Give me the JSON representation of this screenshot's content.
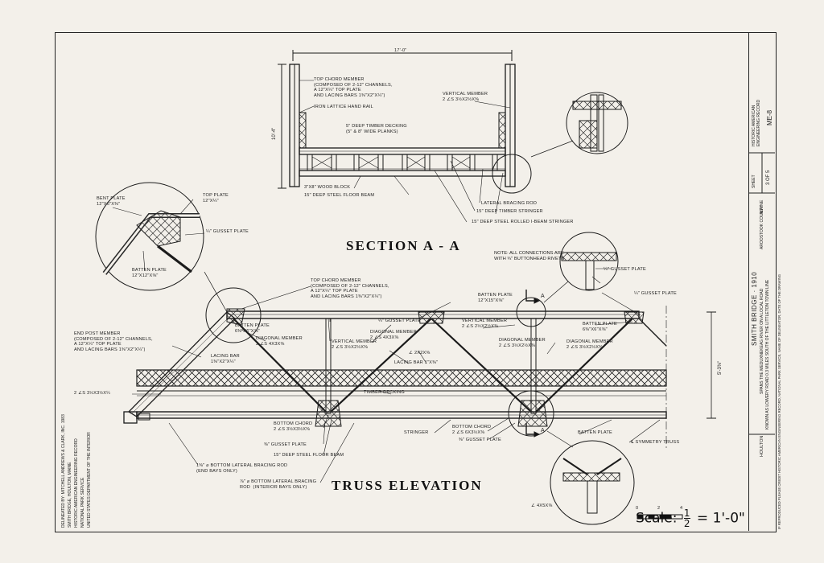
{
  "section_aa": {
    "title": "SECTION A - A",
    "dim_width": "17'-0\"",
    "dim_height": "10'-4\"",
    "top_chord_note": "TOP CHORD MEMBER\n(COMPOSED OF 2-12\" CHANNELS,\nA 12\"x¼\" TOP PLATE\nAND LACING BARS 1⅜\"x2\"x¼\")",
    "hand_rail": "IRON LATTICE HAND RAIL",
    "decking": "5\" DEEP TIMBER DECKING\n(5\" & 8\" WIDE PLANKS)",
    "vertical_member": "VERTICAL MEMBER\n2 ∠S 3½x2½x⅜",
    "wood_block": "3\"x8\" WOOD BLOCK",
    "floor_beam": "15\" DEEP STEEL FLOOR BEAM",
    "lateral_rod": "LATERAL BRACING ROD",
    "timber_stringer": "15\" DEEP TIMBER STRINGER",
    "ibeam_stringer": "15\" DEEP STEEL ROLLED I-BEAM STRINGER"
  },
  "truss": {
    "title": "TRUSS ELEVATION",
    "connections_note": "NOTE: ALL CONNECTIONS ARE\nWITH ¾\" BUTTONHEAD RIVETS",
    "top_chord_note": "TOP CHORD MEMBER\n(COMPOSED OF 2-12\" CHANNELS,\nA 12\"x¼\" TOP PLATE\nAND LACING BARS 1⅜\"x2\"x¼\")",
    "end_post_note": "END POST MEMBER\n(COMPOSED OF 2-12\" CHANNELS,\nA 12\"x¼\" TOP PLATE\nAND LACING BARS 1⅜\"x2\"x¼\")",
    "lacing_bar_end": "LACING BAR\n1⅜\"x2\"x¼\"",
    "angle_label": "2 ∠S 3½x3½x¼",
    "batten_plate_1": "BATTEN PLATE\n6⅜\"x6\"x⅜\"",
    "batten_plate_top": "BATTEN PLATE\n12\"x15\"x⅜\"",
    "batten_plate_right": "BATTEN PLATE\n6⅜\"x6\"x⅜\"",
    "gusset_plate_q": "¼\" GUSSET PLATE",
    "gusset_plate_right": "¼\" GUSSET PLATE",
    "diag_member_1": "DIAGONAL MEMBER\n2 ∠S 4x3x⅜",
    "diag_member_2": "DIAGONAL MEMBER\n2 ∠S 4x3x⅜",
    "diag_member_3": "DIAGONAL MEMBER\n2 ∠S 3½x2½x⅜",
    "diag_member_4": "DIAGONAL MEMBER\n2 ∠S 3½x2½x⅜",
    "vert_member_1": "VERTICAL MEMBER\n2 ∠S 3½x2½x⅜",
    "vert_member_2": "VERTICAL MEMBER\n2 ∠S 2½x2½x⅜",
    "lacing_bar_mid": "LACING BAR 1\"x⅜\"",
    "small_angle": "∠ 2x2x⅜",
    "timber_decking": "TIMBER DECKING",
    "bottom_chord_1": "BOTTOM CHORD\n2 ∠S 3½x3½x⅜",
    "bottom_chord_2": "BOTTOM CHORD\n2 ∠S 6x3½x⅜",
    "gusset_bottom_1": "⅜\" GUSSET PLATE",
    "gusset_bottom_2": "⅜\" GUSSET PLATE",
    "floor_beam": "15\" DEEP STEEL FLOOR BEAM",
    "stringer": "STRINGER",
    "batten_plate_bottom": "BATTEN PLATE",
    "symmetry": "℄ SYMMETRY TRUSS",
    "lateral_rod_end": "1⅜\" ⌀ BOTTOM LATERAL BRACING ROD\n(END BAYS ONLY)",
    "lateral_rod_interior": "⅞\" ⌀ BOTTOM LATERAL BRACING\nROD  (INTERIOR BAYS ONLY)",
    "height_dim": "5'-3⅜\"",
    "section_marker": "A",
    "detail_angle": "∠ 4x5x⅜"
  },
  "details": {
    "bent_plate": "BENT PLATE\n12\"x6\"x⅜\"",
    "top_plate": "TOP PLATE\n12\"x¼\"",
    "gusset": "¼\" GUSSET PLATE",
    "batten_plate": "BATTEN PLATE\n12\"x12\"x⅜\"",
    "gusset_right": "¼\" GUSSET PLATE"
  },
  "scale": {
    "label": "Scale:",
    "num": "1",
    "den": "2",
    "equals": "= 1'-0\"",
    "ticks": [
      "0",
      "2",
      "4"
    ]
  },
  "title_block": {
    "bridge_name": "SMITH BRIDGE · 1910",
    "line1": "SPANS THE MEDUXNEKEAG RIVER ON A LOCAL ROAD",
    "line2": "KNOWN AS LOWERY ROAD 0.3 MILES SOUTH OF THE LITTLETON TOWN LINE",
    "line3": "AROOSTOOK COUNTY",
    "city": "HOULTON",
    "state": "MAINE",
    "agency": "HISTORIC AMERICAN\nENGINEERING RECORD",
    "record_no": "ME-8",
    "sheet_label": "SHEET",
    "sheet_no": "3 OF 5",
    "credit": "IF REPRODUCED PLEASE CREDIT HISTORIC AMERICAN ENGINEERING RECORD, NATIONAL PARK SERVICE, NAME OF DELINEATOR, DATE OF THE DRAWING"
  },
  "delineator": {
    "line1": "DELINEATED BY: MITCHELL ANDREWS & CLARK, INC.  1983",
    "line2": "SMITH BRIDGE, HOULTON, MAINE",
    "line3": "HISTORIC AMERICAN ENGINEERING RECORD",
    "line4": "NATIONAL PARK SERVICE",
    "line5": "UNITED STATES DEPARTMENT OF THE INTERIOR"
  }
}
